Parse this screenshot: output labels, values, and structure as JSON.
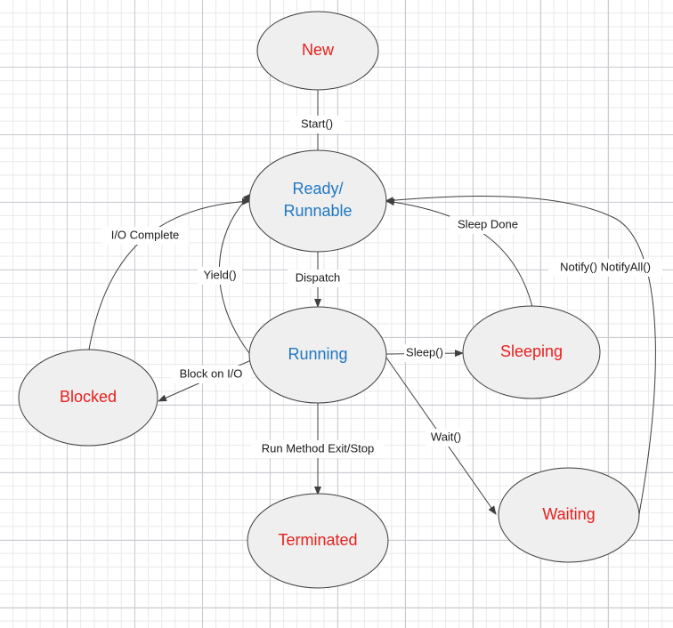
{
  "colors": {
    "state_red": "#e8201c",
    "state_blue": "#1f77c4",
    "node_fill": "#efefef",
    "line": "#3f3f3f"
  },
  "states": {
    "new": "New",
    "ready_line1": "Ready/",
    "ready_line2": "Runnable",
    "running": "Running",
    "blocked": "Blocked",
    "sleeping": "Sleeping",
    "waiting": "Waiting",
    "terminated": "Terminated"
  },
  "transitions": {
    "start": "Start()",
    "dispatch": "Dispatch",
    "yield": "Yield()",
    "io_complete": "I/O Complete",
    "block_on_io": "Block on I/O",
    "sleep": "Sleep()",
    "sleep_done": "Sleep Done",
    "wait": "Wait()",
    "notify": "Notify() NotifyAll()",
    "run_exit": "Run Method Exit/Stop"
  }
}
